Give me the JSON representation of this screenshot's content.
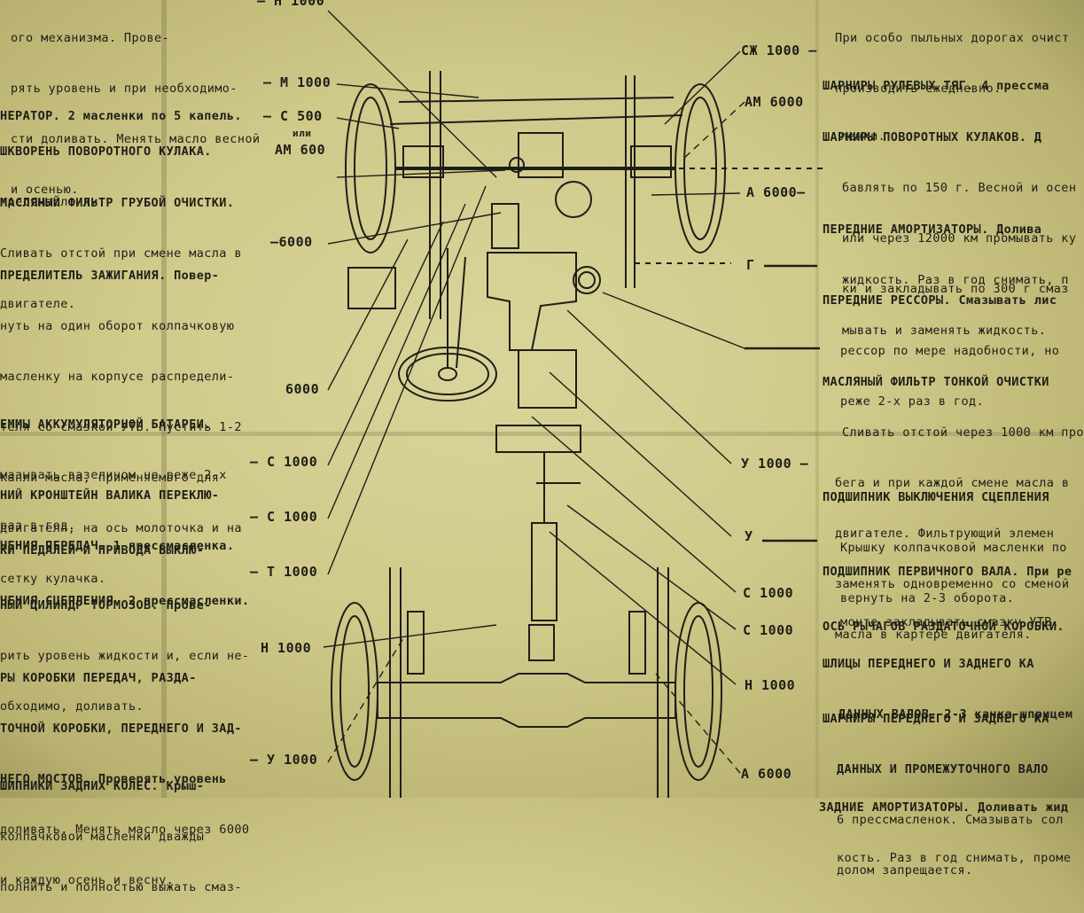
{
  "left_column": [
    {
      "id": "l0",
      "lines": [
        "ого механизма. Прове-",
        "рять уровень и при необходимо-",
        "сти доливать. Менять масло весной",
        "и осенью."
      ]
    },
    {
      "id": "l1",
      "lines": [
        "НЕРАТОР. 2 масленки по 5 капель."
      ]
    },
    {
      "id": "l2",
      "lines": [
        "ШКВОРЕНЬ ПОВОРОТНОГО КУЛАКА.",
        "прессмасленки."
      ]
    },
    {
      "id": "l3",
      "lines": [
        "МАСЛЯНЫЙ ФИЛЬТР ГРУБОЙ ОЧИСТКИ.",
        "Сливать отстой при смене масла в",
        "двигателе."
      ]
    },
    {
      "id": "l4",
      "lines": [
        "ПРЕДЕЛИТЕЛЬ ЗАЖИГАНИЯ. Повер-",
        "нуть на один оборот колпачковую",
        "масленку на корпусе распредели-",
        "теля со смазкой УТВ. Пустить 1-2",
        "капли масла, применяемого для",
        "двигателя, на ось молоточка и на",
        "сетку кулачка."
      ]
    },
    {
      "id": "l5",
      "lines": [
        "ЕММЫ АККУМУЛЯТОРНОЙ БАТАРЕИ.",
        "мазывать вазелином не реже 2-х",
        "раз в год."
      ]
    },
    {
      "id": "l6",
      "lines": [
        "НИЙ КРОНШТЕЙН ВАЛИКА ПЕРЕКЛЮ-",
        "ЧЕНИЯ ПЕРЕДАЧ. 1 прессмасленка."
      ]
    },
    {
      "id": "l7",
      "lines": [
        "КИ ПЕДАЛЕЙ И ПРИВОДА ВЫКЛЮ-",
        "ЧЕНИЯ СЦЕПЛЕНИЯ. 2 прессмасленки."
      ]
    },
    {
      "id": "l8",
      "lines": [
        "НЫЙ ЦИЛИНДР ТОРМОЗОВ. Прове-",
        "рить уровень жидкости и, если не-",
        "обходимо, доливать."
      ]
    },
    {
      "id": "l9",
      "lines": [
        "РЫ КОРОБКИ ПЕРЕДАЧ, РАЗДА-",
        "ТОЧНОЙ КОРОБКИ, ПЕРЕДНЕГО И ЗАД-",
        "НЕГО МОСТОВ. Проверять уровень",
        "доливать. Менять масло через 6000",
        "и каждую осень и весну."
      ]
    },
    {
      "id": "l10",
      "lines": [
        "ШИПНИКИ ЗАДНИХ КОЛЕС. Крыш-",
        "колпачковой масленки дважды",
        "полнить и полностью выжать смаз-"
      ]
    }
  ],
  "left_codes": [
    {
      "id": "lc0",
      "text": "— Н 1000"
    },
    {
      "id": "lc1",
      "text": "— М 1000"
    },
    {
      "id": "lc2",
      "text": "— С 500"
    },
    {
      "id": "lc2b",
      "text": "или"
    },
    {
      "id": "lc2c",
      "text": "АМ 600"
    },
    {
      "id": "lc4",
      "text": "—6000"
    },
    {
      "id": "lc5",
      "text": "6000"
    },
    {
      "id": "lc6",
      "text": "— С 1000"
    },
    {
      "id": "lc7",
      "text": "— С 1000"
    },
    {
      "id": "lc8",
      "text": "— Т 1000"
    },
    {
      "id": "lc9",
      "text": "Н 1000"
    },
    {
      "id": "lc10",
      "text": "— У 1000"
    }
  ],
  "right_codes": [
    {
      "id": "rc1",
      "text": "СЖ 1000 —"
    },
    {
      "id": "rc2",
      "text": "АМ 6000"
    },
    {
      "id": "rc3",
      "text": "А 6000—"
    },
    {
      "id": "rc4",
      "text": "Г"
    },
    {
      "id": "rc6",
      "text": "У 1000 —"
    },
    {
      "id": "rc7",
      "text": "У"
    },
    {
      "id": "rc8",
      "text": "С 1000"
    },
    {
      "id": "rc9",
      "text": "С 1000"
    },
    {
      "id": "rc10",
      "text": "Н 1000"
    },
    {
      "id": "rc11",
      "text": "А 6000"
    }
  ],
  "right_column": [
    {
      "id": "r0",
      "lines": [
        "При особо пыльных дорогах очист",
        "производить ежедневно."
      ]
    },
    {
      "id": "r1",
      "lines": [
        "ШАРНИРЫ РУЛЕВЫХ ТЯГ. 4 прессма",
        "ленки."
      ]
    },
    {
      "id": "r2",
      "lines": [
        "ШАРНИРЫ ПОВОРОТНЫХ КУЛАКОВ. Д",
        "бавлять по 150 г. Весной и осен",
        "или через 12000 км промывать ку",
        "ки и закладывать по 300 г смаз"
      ]
    },
    {
      "id": "r3",
      "lines": [
        "ПЕРЕДНИЕ АМОРТИЗАТОРЫ. Долива",
        "жидкость. Раз в год снимать, п",
        "мывать и заменять жидкость."
      ]
    },
    {
      "id": "r4",
      "lines": [
        "ПЕРЕДНИЕ РЕССОРЫ. Смазывать лис",
        "рессор по мере надобности, но",
        "реже 2-х раз в год."
      ]
    },
    {
      "id": "r5",
      "lines": [
        "МАСЛЯНЫЙ ФИЛЬТР ТОНКОЙ ОЧИСТКИ",
        "Сливать отстой через 1000 км про",
        "бега и при каждой смене масла в",
        "двигателе. Фильтрующий элемен",
        "заменять одновременно со сменой",
        "масла в картере двигателя."
      ]
    },
    {
      "id": "r6",
      "lines": [
        "ПОДШИПНИК ВЫКЛЮЧЕНИЯ СЦЕПЛЕНИЯ",
        "Крышку колпачковой масленки по",
        "вернуть на 2-3 оборота."
      ]
    },
    {
      "id": "r7",
      "lines": [
        "ПОДШИПНИК ПЕРВИЧНОГО ВАЛА. При ре",
        "монте закладывать смазку УТВ."
      ]
    },
    {
      "id": "r8",
      "lines": [
        "ОСЬ РЫЧАГОВ РАЗДАТОЧНОЙ КОРОБКИ."
      ]
    },
    {
      "id": "r9",
      "lines": [
        "ШЛИЦЫ ПЕРЕДНЕГО И ЗАДНЕГО КА",
        "ДАННЫХ ВАЛОВ. 2-3 качка шприцем"
      ]
    },
    {
      "id": "r10",
      "lines": [
        "ШАРНИРЫ ПЕРЕДНЕГО И ЗАДНЕГО КА",
        "ДАННЫХ И ПРОМЕЖУТОЧНОГО ВАЛО",
        "6 прессмасленок. Смазывать сол",
        "долом запрещается."
      ]
    },
    {
      "id": "r11",
      "lines": [
        "ЗАДНИЕ АМОРТИЗАТОРЫ. Доливать жид",
        "кость. Раз в год снимать, проме"
      ]
    }
  ],
  "colors": {
    "paper": "#d4cf91",
    "ink": "#1e1e18"
  }
}
